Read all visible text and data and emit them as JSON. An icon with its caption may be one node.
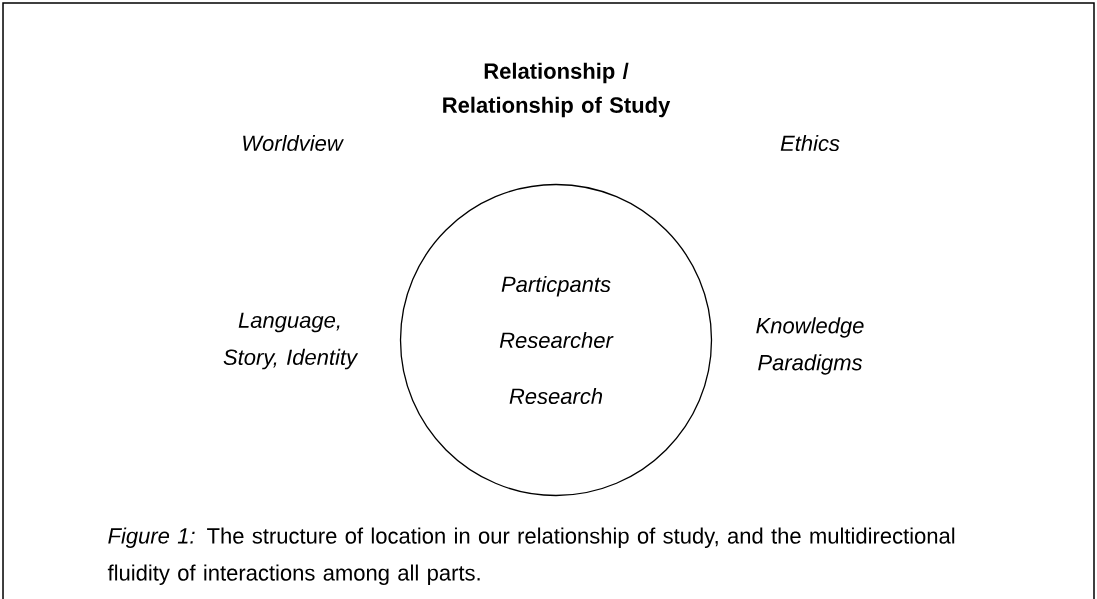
{
  "diagram": {
    "title": "Relationship / Relationship of Study",
    "nodes": [
      {
        "text": [
          "Particpants",
          "Researcher",
          "Research"
        ]
      }
    ],
    "labels": [
      "Worldview",
      "Ethics",
      "Language, Story, Identity",
      "Knowledge Paradigms"
    ],
    "caption": "*Figure 1:* The structure of location in our relationship of study, and the multidirectional fluidity of interactions among all parts."
  }
}
